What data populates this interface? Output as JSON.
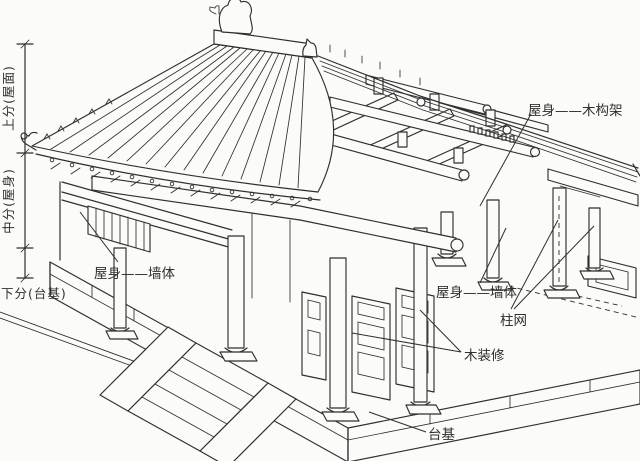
{
  "colors": {
    "ink": "#2f2f2f",
    "paper": "#fbfbfa"
  },
  "dimension_scale": {
    "upper_label": "上分(屋面)",
    "middle_label": "中分(屋身)",
    "lower_label": "下分(台基)"
  },
  "annotations": {
    "frame_label": "屋身——木构架",
    "wall_left_label": "屋身——墙体",
    "wall_right_label": "屋身——墙体",
    "column_grid_label": "柱网",
    "wood_finish_label": "木装修",
    "platform_label": "台基"
  }
}
